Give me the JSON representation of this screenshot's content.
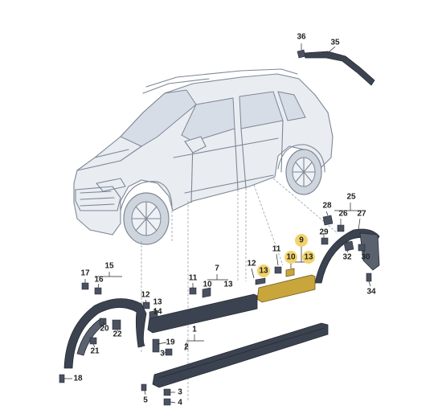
{
  "labels": [
    {
      "id": "36",
      "highlighted": false
    },
    {
      "id": "35",
      "highlighted": false
    },
    {
      "id": "28",
      "highlighted": false
    },
    {
      "id": "25",
      "highlighted": false
    },
    {
      "id": "26",
      "highlighted": false
    },
    {
      "id": "27",
      "highlighted": false
    },
    {
      "id": "29",
      "highlighted": false
    },
    {
      "id": "9",
      "highlighted": true
    },
    {
      "id": "12",
      "highlighted": false
    },
    {
      "id": "13",
      "highlighted": true
    },
    {
      "id": "11",
      "highlighted": false
    },
    {
      "id": "10",
      "highlighted": true
    },
    {
      "id": "13",
      "highlighted": true
    },
    {
      "id": "32",
      "highlighted": false
    },
    {
      "id": "30",
      "highlighted": false
    },
    {
      "id": "34",
      "highlighted": false
    },
    {
      "id": "15",
      "highlighted": false
    },
    {
      "id": "7",
      "highlighted": false
    },
    {
      "id": "17",
      "highlighted": false
    },
    {
      "id": "16",
      "highlighted": false
    },
    {
      "id": "11",
      "highlighted": false
    },
    {
      "id": "10",
      "highlighted": false
    },
    {
      "id": "13",
      "highlighted": false
    },
    {
      "id": "12",
      "highlighted": false
    },
    {
      "id": "13",
      "highlighted": false
    },
    {
      "id": "14",
      "highlighted": false
    },
    {
      "id": "1",
      "highlighted": false
    },
    {
      "id": "20",
      "highlighted": false
    },
    {
      "id": "22",
      "highlighted": false
    },
    {
      "id": "21",
      "highlighted": false
    },
    {
      "id": "19",
      "highlighted": false
    },
    {
      "id": "3",
      "highlighted": false
    },
    {
      "id": "2",
      "highlighted": false
    },
    {
      "id": "18",
      "highlighted": false
    },
    {
      "id": "5",
      "highlighted": false
    },
    {
      "id": "3",
      "highlighted": false
    },
    {
      "id": "4",
      "highlighted": false
    }
  ],
  "colors": {
    "highlight": "#f2d36b",
    "part_dark": "#3c4350",
    "part_gold": "#c9a63c",
    "car_outline": "#7d8796"
  }
}
